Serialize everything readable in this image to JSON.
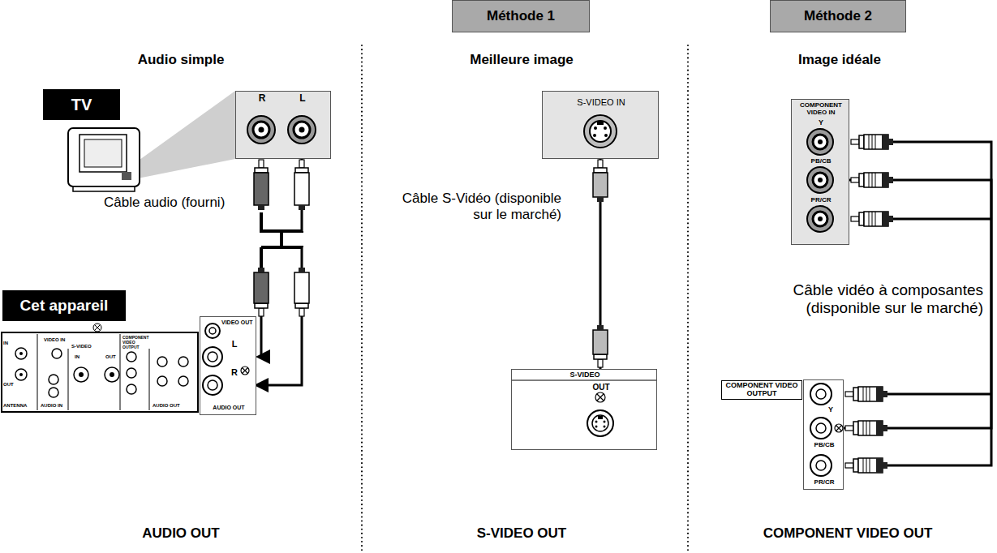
{
  "diagram": {
    "nodes": [
      {
        "text": [
          "Méthode 1"
        ]
      },
      {
        "text": [
          "Méthode 2"
        ]
      },
      {
        "text": [
          "TV"
        ]
      },
      {
        "text": [
          "R",
          "L"
        ]
      },
      {
        "text": [
          "S-VIDEO IN"
        ]
      },
      {
        "text": [
          "COMPONENT VIDEO IN",
          "Y",
          "PB/CB",
          "PR/CR"
        ]
      },
      {
        "text": [
          "Cet appareil"
        ]
      },
      {
        "text": [
          "VIDEO OUT",
          "L",
          "R",
          "AUDIO OUT"
        ]
      },
      {
        "text": [
          "S-VIDEO",
          "OUT"
        ]
      },
      {
        "text": [
          "COMPONENT VIDEO OUTPUT",
          "Y",
          "PB/CB",
          "PR/CR"
        ]
      }
    ],
    "edges": [
      {
        "from": 3,
        "to": 7,
        "arrow": "to"
      },
      {
        "from": 8,
        "to": 4,
        "arrow": "none"
      },
      {
        "from": 9,
        "to": 5,
        "arrow": "none"
      }
    ],
    "labels": [
      "Audio simple",
      "Meilleure image",
      "Image idéale",
      "Câble audio (fourni)",
      "Câble S-Vidéo (disponible sur le marché)",
      "Câble vidéo à composantes (disponible sur le marché)",
      "AUDIO OUT",
      "S-VIDEO OUT",
      "COMPONENT VIDEO OUT",
      "IN",
      "OUT",
      "ANTENNA",
      "VIDEO IN",
      "S-VIDEO",
      "IN",
      "OUT",
      "AUDIO IN",
      "COMPONENT VIDEO OUTPUT",
      "AUDIO OUT"
    ]
  }
}
